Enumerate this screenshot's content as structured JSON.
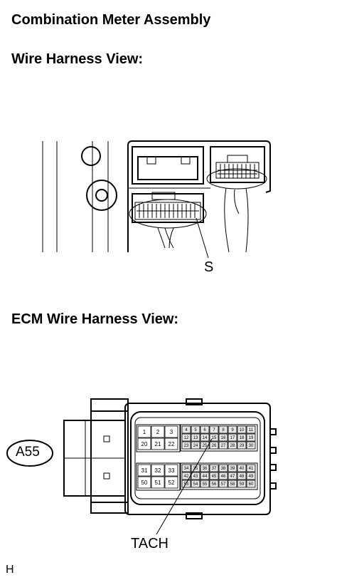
{
  "titles": {
    "main": "Combination Meter Assembly",
    "wire_harness": "Wire Harness View:",
    "ecm_wire_harness": "ECM Wire Harness View:"
  },
  "callouts": {
    "s": "S",
    "tach": "TACH",
    "connector_id": "A55",
    "corner_code": "H"
  },
  "ecm_connector": {
    "upper_left_rows": [
      [
        "1",
        "2",
        "3"
      ],
      [
        "20",
        "21",
        "22"
      ]
    ],
    "lower_left_rows": [
      [
        "31",
        "32",
        "33"
      ],
      [
        "50",
        "51",
        "52"
      ]
    ],
    "upper_right_rows": [
      [
        "4",
        "5",
        "6",
        "7",
        "8",
        "9",
        "10",
        "11"
      ],
      [
        "12",
        "13",
        "14",
        "15",
        "16",
        "17",
        "18",
        "19"
      ],
      [
        "23",
        "24",
        "25",
        "26",
        "27",
        "28",
        "29",
        "30"
      ]
    ],
    "lower_right_rows": [
      [
        "34",
        "35",
        "36",
        "37",
        "38",
        "39",
        "40",
        "41"
      ],
      [
        "42",
        "43",
        "44",
        "45",
        "46",
        "47",
        "48",
        "49"
      ],
      [
        "53",
        "54",
        "55",
        "56",
        "57",
        "58",
        "59",
        "60"
      ]
    ]
  }
}
